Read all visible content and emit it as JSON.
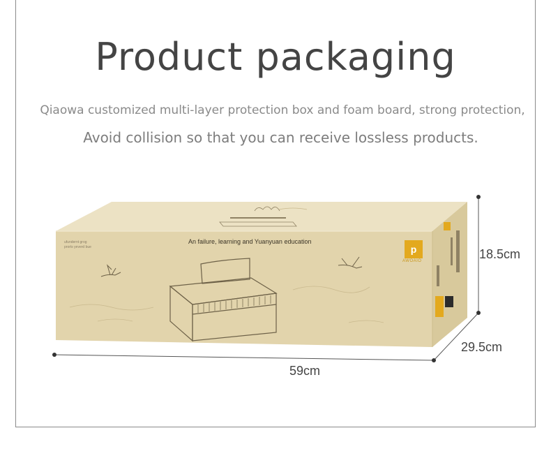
{
  "title": "Product packaging",
  "description": {
    "line1": "Qiaowa customized multi-layer protection box and foam board, strong protection,",
    "line2": "Avoid collision so that you can receive lossless products."
  },
  "box": {
    "slogan": "An failure, learning and Yuanyuan education",
    "brand": "AWOAIO",
    "side_small_text": [
      "ufundernt grog",
      "prorts yeverd bue"
    ]
  },
  "dimensions": {
    "height": "18.5cm",
    "depth": "29.5cm",
    "width": "59cm"
  },
  "colors": {
    "cardboard_front": "#e2d4ac",
    "cardboard_top": "#ece2c4",
    "cardboard_side": "#d8c99c",
    "accent": "#e3a91e"
  }
}
